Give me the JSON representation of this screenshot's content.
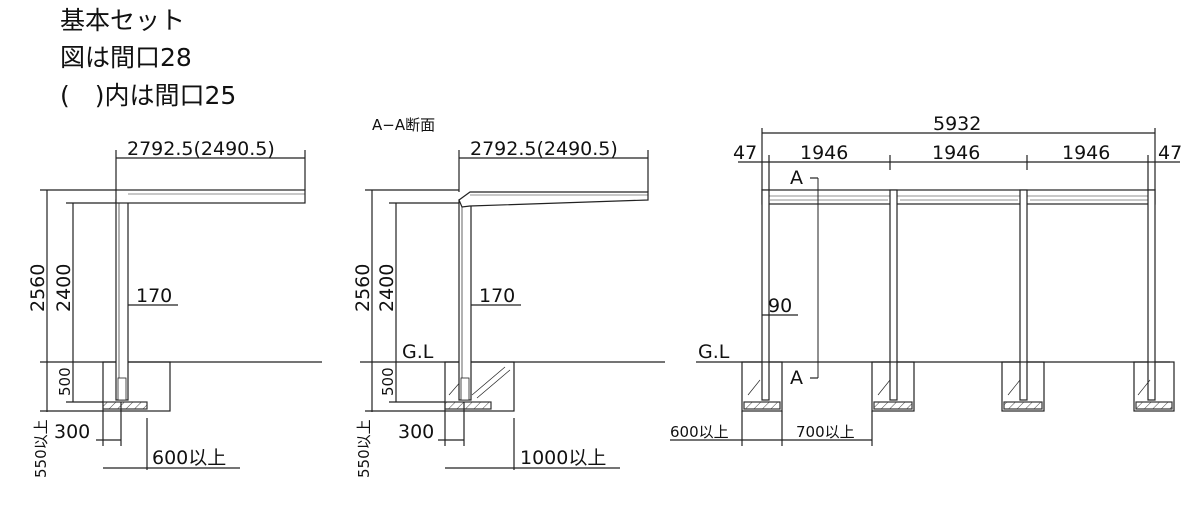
{
  "notes": {
    "line1": "基本セット",
    "line2": "図は間口28",
    "line3": "(　)内は間口25"
  },
  "section_label": "A−A断面",
  "ground_label": "G.L",
  "section_marker": "A",
  "side_view_1": {
    "depth": "2792.5(2490.5)",
    "total_height": "2560",
    "post_height": "2400",
    "post_width": "170",
    "foundation_depth": "500",
    "foundation_total": "550以上",
    "post_offset": "300",
    "foundation_width": "600以上"
  },
  "side_view_2": {
    "depth": "2792.5(2490.5)",
    "total_height": "2560",
    "post_height": "2400",
    "post_width": "170",
    "foundation_depth": "500",
    "foundation_total": "550以上",
    "post_offset": "300",
    "foundation_width": "1000以上"
  },
  "front_view": {
    "total_width": "5932",
    "end_left": "47",
    "span_1": "1946",
    "span_2": "1946",
    "span_3": "1946",
    "end_right": "47",
    "post_width": "90",
    "foundation_width": "600以上",
    "foundation_spacing": "700以上"
  }
}
